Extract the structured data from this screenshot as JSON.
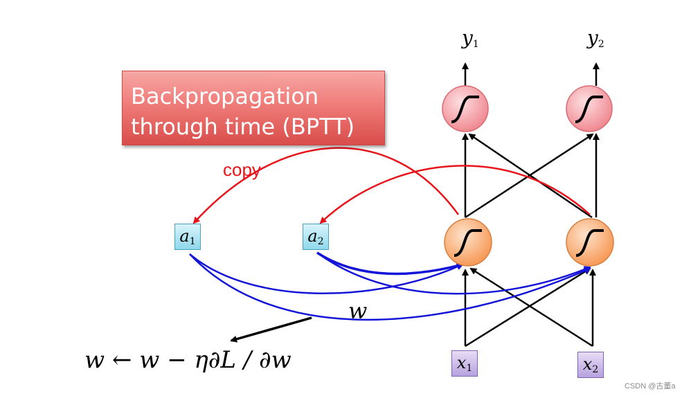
{
  "title": {
    "line1": "Backpropagation",
    "line2": "through time (BPTT)"
  },
  "copy_label": "copy",
  "weight_label": "w",
  "update_rule": "w ← w − η∂L / ∂w",
  "nodes": {
    "outputs": [
      {
        "symbol": "y",
        "subscript": "1"
      },
      {
        "symbol": "y",
        "subscript": "2"
      }
    ],
    "memory": [
      {
        "symbol": "a",
        "subscript": "1"
      },
      {
        "symbol": "a",
        "subscript": "2"
      }
    ],
    "inputs": [
      {
        "symbol": "x",
        "subscript": "1"
      },
      {
        "symbol": "x",
        "subscript": "2"
      }
    ]
  },
  "colors": {
    "copy_arrow": "#e8141b",
    "weight_arrow": "#1414d9",
    "hidden_neuron": "#f9b27a",
    "output_neuron": "#f7a3a8"
  },
  "watermark": "CSDN @古董a"
}
